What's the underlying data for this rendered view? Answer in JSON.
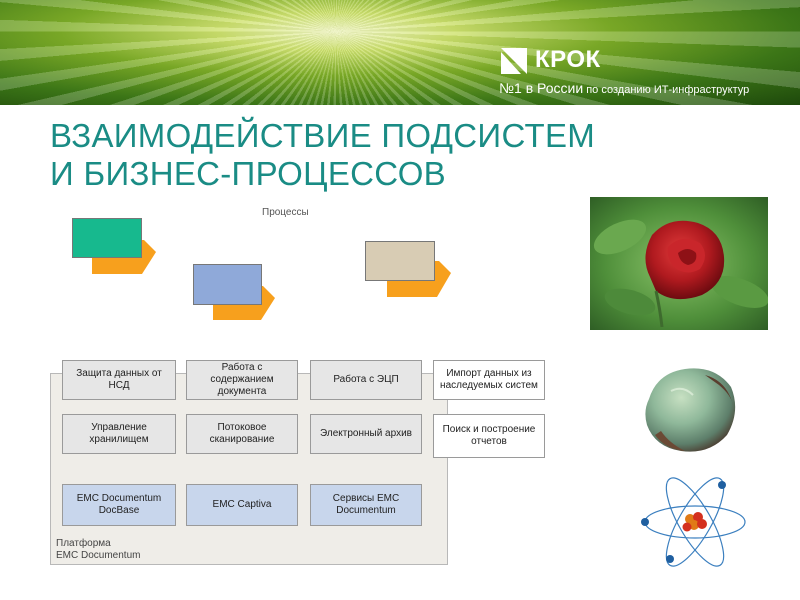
{
  "header": {
    "logo_name": "КРОК",
    "tagline_lead": "№1 в России",
    "tagline_rest": " по созданию ИТ-инфраструктур"
  },
  "title": {
    "line1": "ВЗАИМОДЕЙСТВИЕ ПОДСИСТЕМ",
    "line2": "И БИЗНЕС-ПРОЦЕССОВ"
  },
  "diagram": {
    "processes_label": "Процессы",
    "process_colors": [
      "#17b98e",
      "#8fa9d9",
      "#d8ccb4"
    ],
    "accent_color": "#f7a01d",
    "subsystems": [
      "Защита данных от НСД",
      "Работа с содержанием документа",
      "Работа с ЭЦП",
      "Импорт данных из наследуемых систем",
      "Управление хранилищем",
      "Потоковое сканирование",
      "Электронный архив",
      "Поиск и построение отчетов"
    ],
    "products": [
      "EMC Documentum DocBase",
      "EMC Captiva",
      "Сервисы EMC Documentum"
    ],
    "platform_label_line1": "Платформа",
    "platform_label_line2": "EMC Documentum"
  },
  "images": {
    "rose_icon": "rose-photo",
    "mineral_icon": "mineral-photo",
    "atom_icon": "atom-diagram"
  }
}
